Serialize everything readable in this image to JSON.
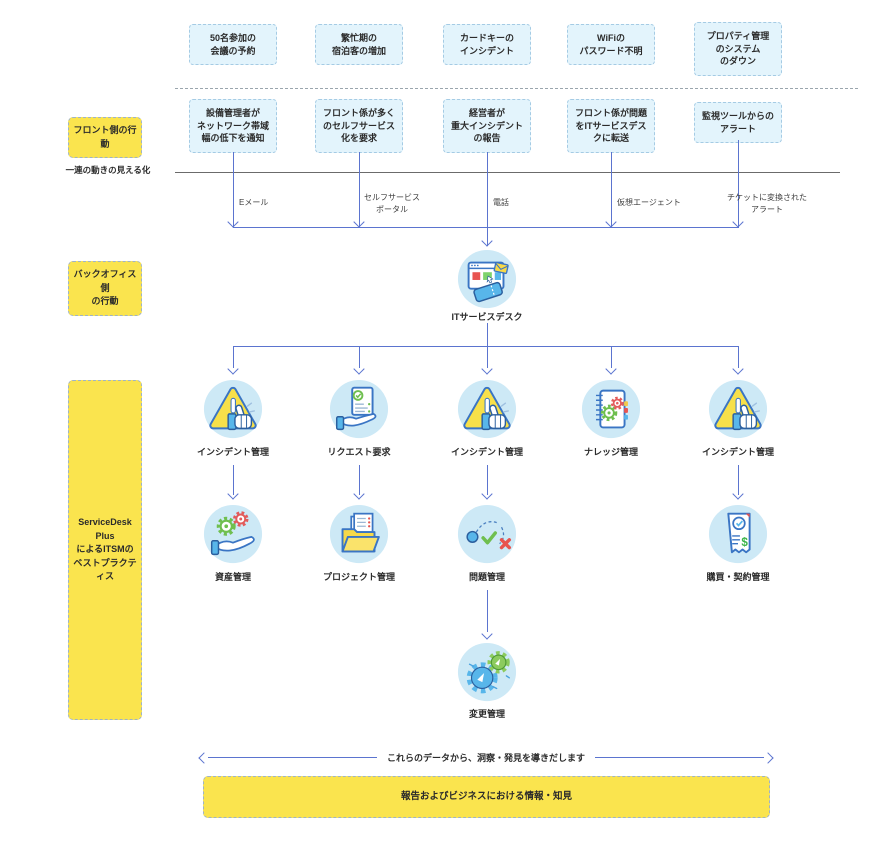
{
  "diagram": {
    "lanes": {
      "front": "フロント側の行動",
      "visibility": "一連の動きの見える化",
      "backoffice": "バックオフィス側\nの行動",
      "itsm": "ServiceDesk Plus\nによるITSMの\nベストプラクティス"
    },
    "scenarios": [
      "50名参加の\n会議の予約",
      "繁忙期の\n宿泊客の増加",
      "カードキーの\nインシデント",
      "WiFiの\nパスワード不明",
      "プロパティ管理\nのシステム\nのダウン"
    ],
    "actions": [
      "設備管理者が\nネットワーク帯域\n幅の低下を通知",
      "フロント係が多く\nのセルフサービス\n化を要求",
      "経営者が\n重大インシデント\nの報告",
      "フロント係が問題\nをITサービスデス\nクに転送",
      "監視ツールからの\nアラート"
    ],
    "channels": [
      "Eメール",
      "セルフサービス\nポータル",
      "電話",
      "仮想エージェント",
      "チケットに変換された\nアラート"
    ],
    "service_desk": "ITサービスデスク",
    "row1": [
      {
        "label": "インシデント管理",
        "icon": "warning-triangle-thumbs-up"
      },
      {
        "label": "リクエスト要求",
        "icon": "document-on-hand"
      },
      {
        "label": "インシデント管理",
        "icon": "warning-triangle-thumbs-up"
      },
      {
        "label": "ナレッジ管理",
        "icon": "notebook-gears"
      },
      {
        "label": "インシデント管理",
        "icon": "warning-triangle-thumbs-up"
      }
    ],
    "row2": [
      {
        "label": "資産管理",
        "icon": "gears-on-hand"
      },
      {
        "label": "プロジェクト管理",
        "icon": "folder-documents"
      },
      {
        "label": "問題管理",
        "icon": "path-check-cross"
      },
      {
        "label": "購買・契約管理",
        "icon": "receipt-check-dollar"
      }
    ],
    "change": "変更管理",
    "insight_arrow": "これらのデータから、洞察・発見を導きだします",
    "report": "報告およびビジネスにおける情報・知見",
    "colors": {
      "accent_blue": "#5B74CF",
      "box_blue_fill": "#E3F4FC",
      "box_blue_border": "#A5CBE4",
      "lane_yellow": "#FAE44E",
      "icon_circle_bg": "#CDE9F6",
      "triangle_yellow": "#F7E04A",
      "green": "#6FBF4F",
      "red": "#E8544F",
      "sky_blue": "#58B6EA"
    }
  }
}
